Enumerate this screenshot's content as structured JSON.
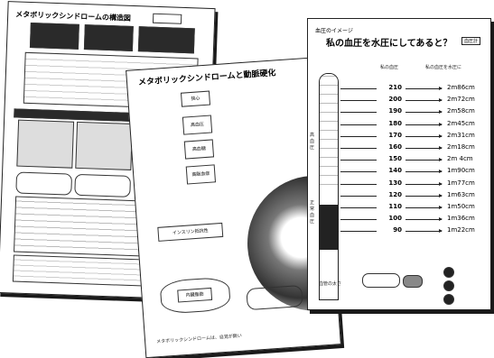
{
  "sheet1": {
    "title": "メタボリックシンドロームの構造図"
  },
  "sheet2": {
    "title": "メタボリックシンドロームと動脈硬化",
    "box_kyoketsu": "狭心",
    "box_koketsuatsu": "高血圧",
    "box_koketsutou": "高血糖",
    "box_kosshi": "高脂血症",
    "box_insulin": "インスリン抵抗性",
    "box_naizou": "内臓脂肪",
    "footnote": "メタボリックシンドロームは、自覚が無い"
  },
  "sheet3": {
    "header_small": "血圧のイメージ",
    "title": "私の血圧を水圧にしてあると？",
    "tag": "血圧計",
    "col_left": "私の血圧",
    "col_right": "私の血圧を水圧に",
    "rows": [
      {
        "mmhg": "210",
        "height": "2m86cm"
      },
      {
        "mmhg": "200",
        "height": "2m72cm"
      },
      {
        "mmhg": "190",
        "height": "2m58cm"
      },
      {
        "mmhg": "180",
        "height": "2m45cm"
      },
      {
        "mmhg": "170",
        "height": "2m31cm"
      },
      {
        "mmhg": "160",
        "height": "2m18cm"
      },
      {
        "mmhg": "150",
        "height": "2m 4cm"
      },
      {
        "mmhg": "140",
        "height": "1m90cm"
      },
      {
        "mmhg": "130",
        "height": "1m77cm"
      },
      {
        "mmhg": "120",
        "height": "1m63cm"
      },
      {
        "mmhg": "110",
        "height": "1m50cm"
      },
      {
        "mmhg": "100",
        "height": "1m36cm"
      },
      {
        "mmhg": "90",
        "height": "1m22cm"
      }
    ],
    "tube_label_top": "高血圧",
    "tube_label_bottom": "正常血圧",
    "bottom_label": "血管の太さ"
  }
}
